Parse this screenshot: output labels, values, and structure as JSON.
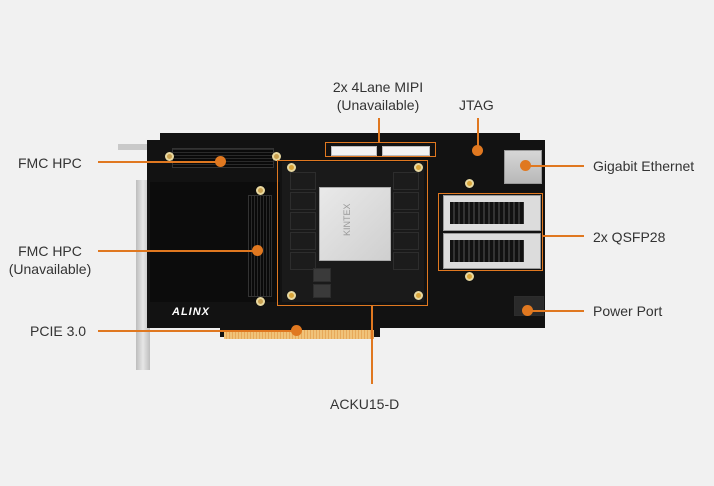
{
  "figure": {
    "title": "ACKU15 board component callouts",
    "accent_color": "#e07820",
    "background_color": "#f1f1f1"
  },
  "board": {
    "brand": "ALINX",
    "fpga_marking": "KINTEX"
  },
  "labels": {
    "fmc_hpc": "FMC HPC",
    "fmc_hpc_unavailable_line1": "FMC HPC",
    "fmc_hpc_unavailable_line2": "(Unavailable)",
    "pcie": "PCIE 3.0",
    "mipi_line1": "2x 4Lane MIPI",
    "mipi_line2": "(Unavailable)",
    "jtag": "JTAG",
    "gigabit_ethernet": "Gigabit Ethernet",
    "qsfp28": "2x QSFP28",
    "power_port": "Power Port",
    "core_module": "ACKU15-D"
  }
}
